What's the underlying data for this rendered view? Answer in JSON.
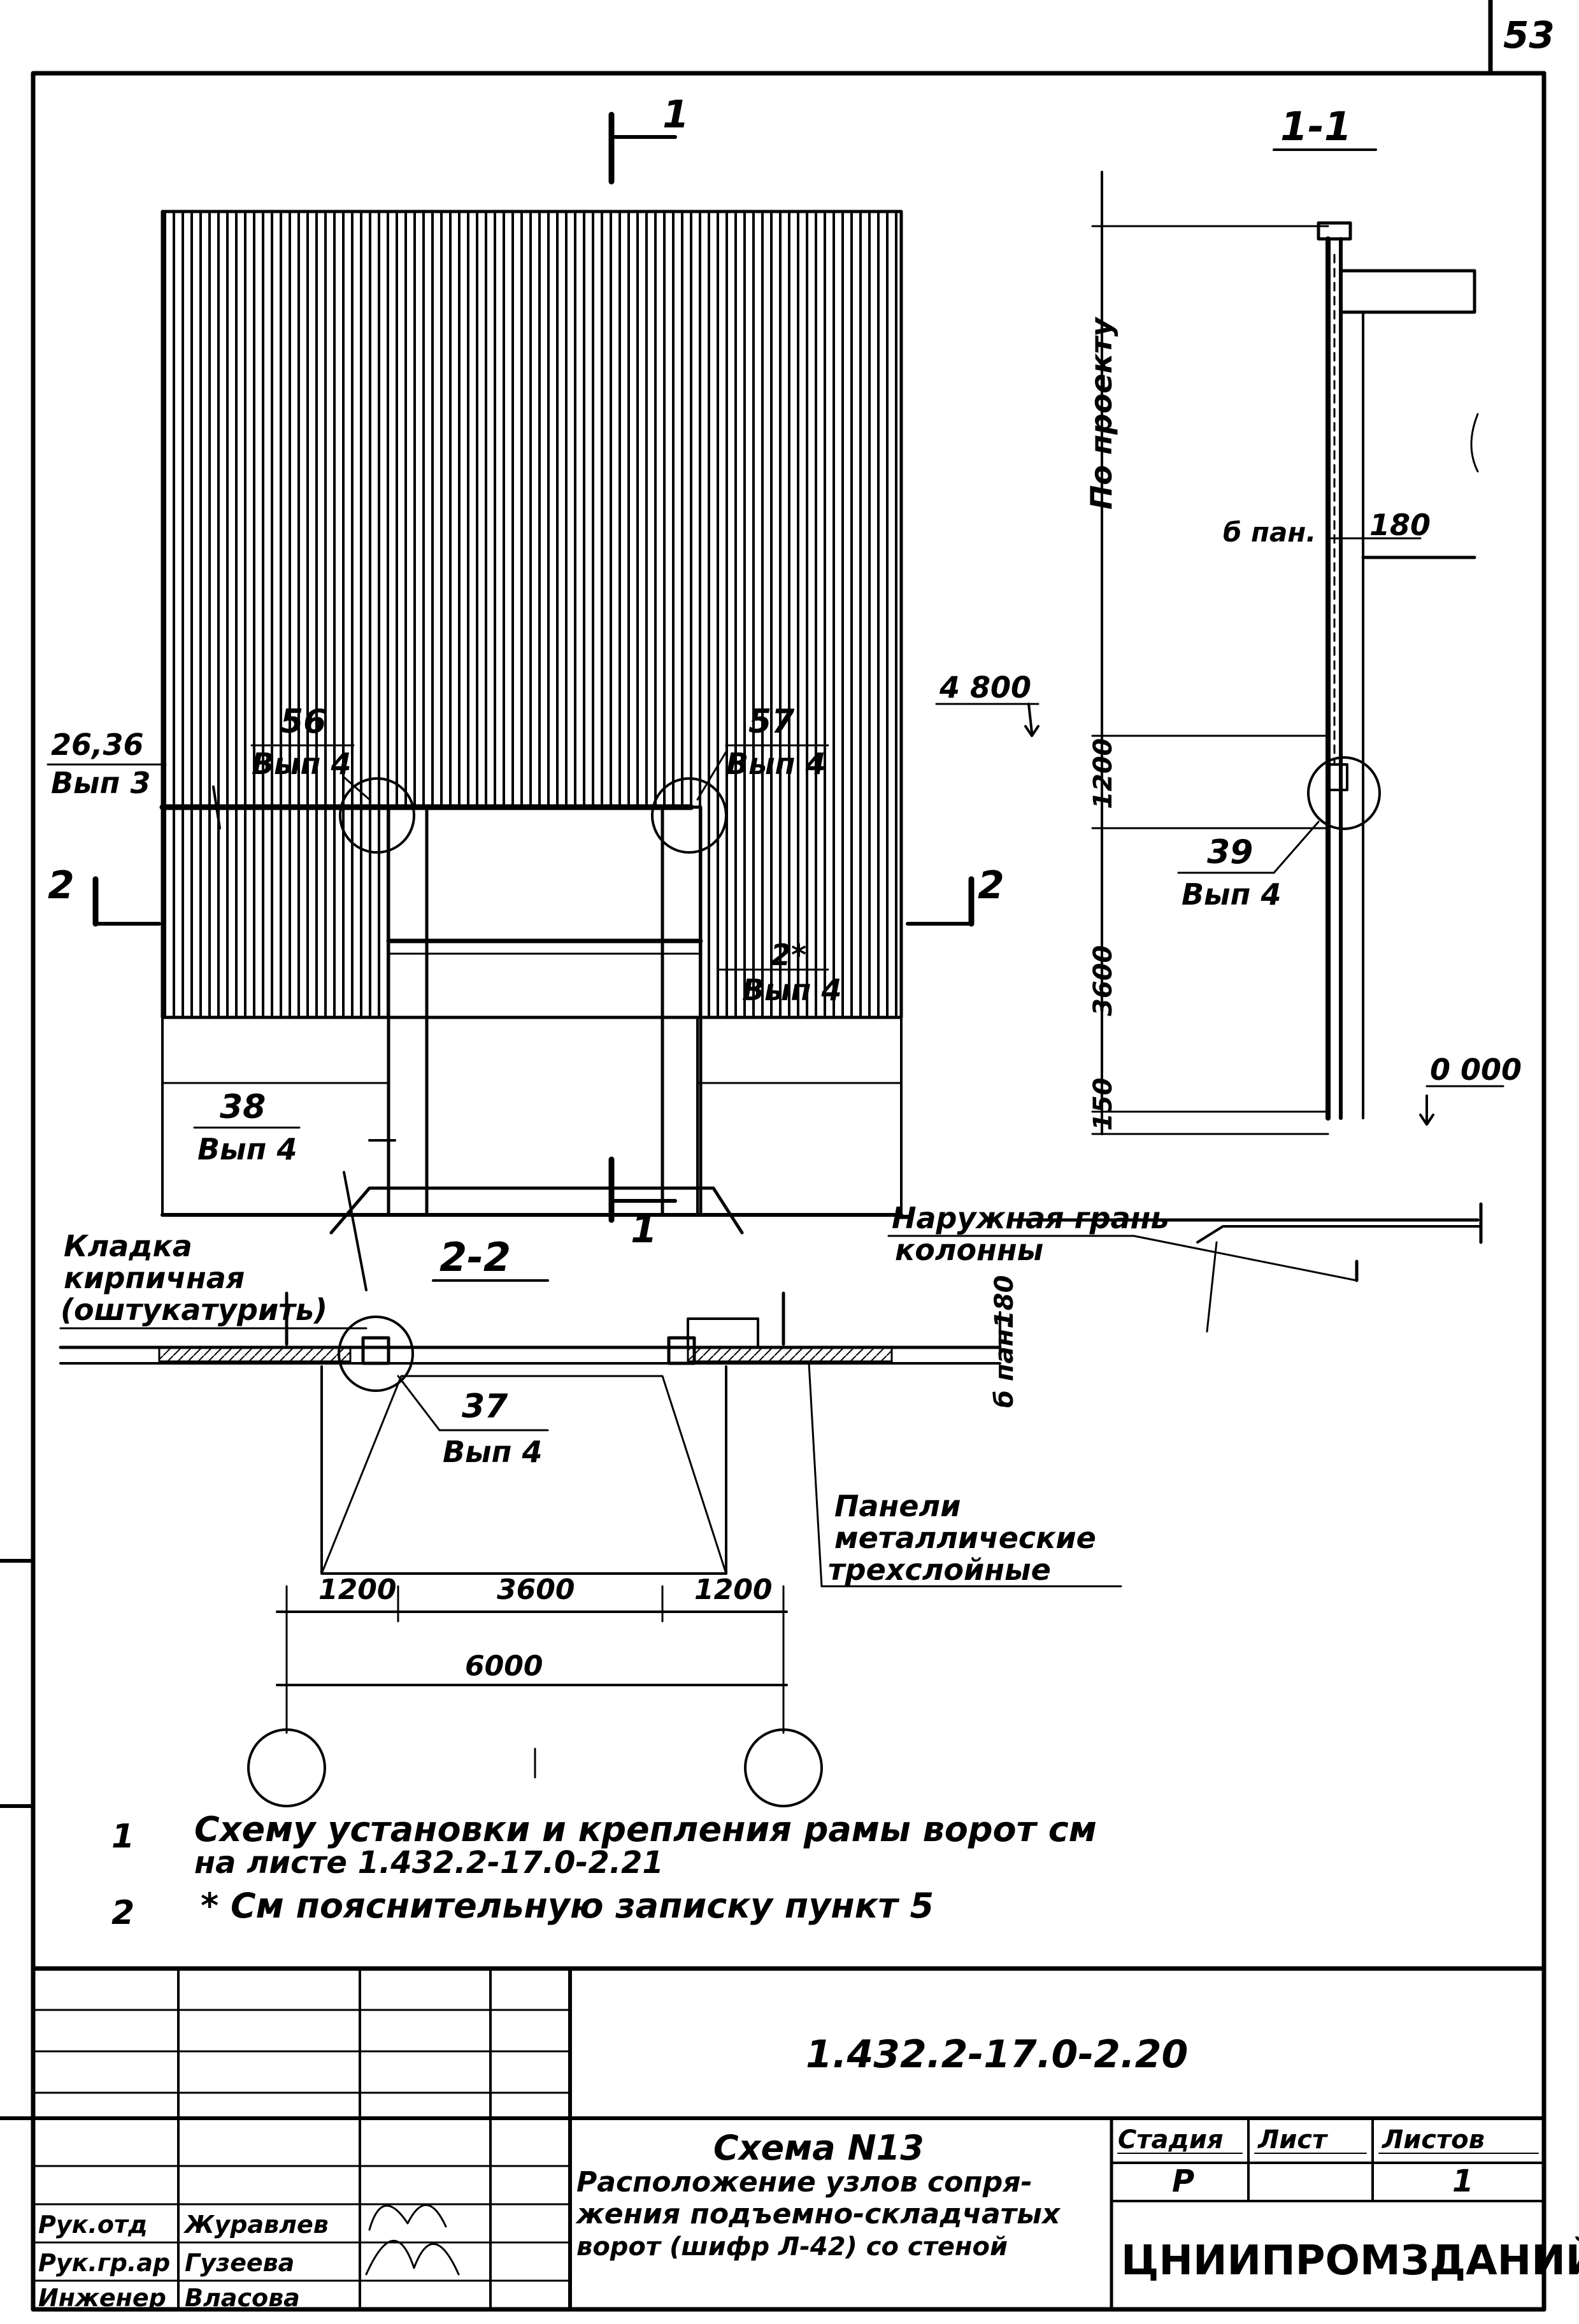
{
  "sheet_number": "53",
  "labels": {
    "section_mark_1": "1",
    "section_1_1_title": "1-1",
    "section_2_2_title": "2-2",
    "section_mark_2": "2",
    "node_26_36": "26,36",
    "node_26_36_sub": "Вып 3",
    "node_56": "56",
    "node_56_sub": "Вып 4",
    "node_57": "57",
    "node_57_sub": "Вып 4",
    "node_2star": "2*",
    "node_2star_sub": "Вып 4",
    "node_38": "38",
    "node_38_sub": "Вып 4",
    "node_39": "39",
    "node_39_sub": "Вып 4",
    "node_37": "37",
    "node_37_sub": "Вып 4",
    "masonry_note": [
      "Кладка",
      "кирпичная",
      "(оштукатурить)"
    ],
    "outer_face_note": [
      "Наружная грань",
      "колонны"
    ],
    "panels_note": [
      "Панели",
      "металлические",
      "трехслойные"
    ],
    "by_project": "По проекту",
    "b_pan_180_a": "б пан.",
    "dim_180_a": "180",
    "elev_4800": "4 800",
    "elev_0000": "0 000",
    "b_pan_b": "б пан.",
    "dim_180_b": "180"
  },
  "dimensions": {
    "vertical_1_1": [
      "1200",
      "3600",
      "150"
    ],
    "plan_top": [
      "1200",
      "3600",
      "1200"
    ],
    "plan_total": "6000"
  },
  "notes": [
    {
      "num": "1",
      "text": "Схему установки и крепления рамы ворот см",
      "text2": "на листе  1.432.2-17.0-2.21"
    },
    {
      "num": "2",
      "text": "* См  пояснительную записку пункт 5"
    }
  ],
  "title_block": {
    "doc_code": "1.432.2-17.0-2.20",
    "title_lines": [
      "Схема N13",
      "Расположение узлов сопря-",
      "жения подъемно-складчатых",
      "ворот (шифр Л-42) со стеной"
    ],
    "stage_header": "Стадия",
    "sheet_header": "Лист",
    "sheets_header": "Листов",
    "stage_value": "Р",
    "sheets_value": "1",
    "organization": "ЦНИИПРОМЗДАНИЙ",
    "signers": [
      {
        "role": "Рук.отд",
        "name": "Журавлев"
      },
      {
        "role": "Рук.гр.ар",
        "name": "Гузеева"
      },
      {
        "role": "Инженер",
        "name": "Власова"
      }
    ]
  }
}
